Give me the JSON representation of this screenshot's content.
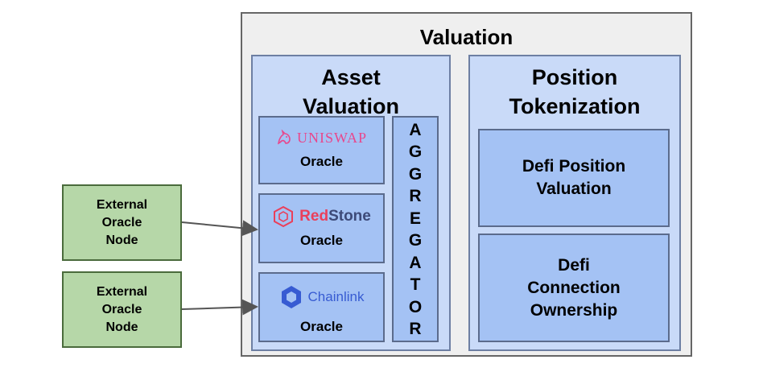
{
  "valuation": {
    "title": "Valuation"
  },
  "asset_valuation": {
    "title": "Asset\nValuation",
    "oracles": [
      {
        "brand": "UNISWAP",
        "label": "Oracle",
        "icon": "unicorn-icon",
        "brand_color": "#e8478c"
      },
      {
        "brand_part1": "Red",
        "brand_part2": "Stone",
        "label": "Oracle",
        "icon": "hexagon-cube-icon",
        "brand_color": "#ea3f5a"
      },
      {
        "brand": "Chainlink",
        "label": "Oracle",
        "icon": "chainlink-hexagon-icon",
        "brand_color": "#375bd2"
      }
    ],
    "aggregator": [
      "A",
      "G",
      "G",
      "R",
      "E",
      "G",
      "A",
      "T",
      "O",
      "R"
    ]
  },
  "position_tokenization": {
    "title": "Position\nTokenization",
    "boxes": [
      {
        "label": "Defi Position\nValuation"
      },
      {
        "label": "Defi\nConnection\nOwnership"
      }
    ]
  },
  "external_nodes": [
    {
      "label": "External\nOracle\nNode"
    },
    {
      "label": "External\nOracle\nNode"
    }
  ],
  "colors": {
    "outer_bg": "#efefef",
    "panel_bg": "#c9daf8",
    "inner_bg": "#a4c2f4",
    "external_bg": "#b6d7a8"
  }
}
